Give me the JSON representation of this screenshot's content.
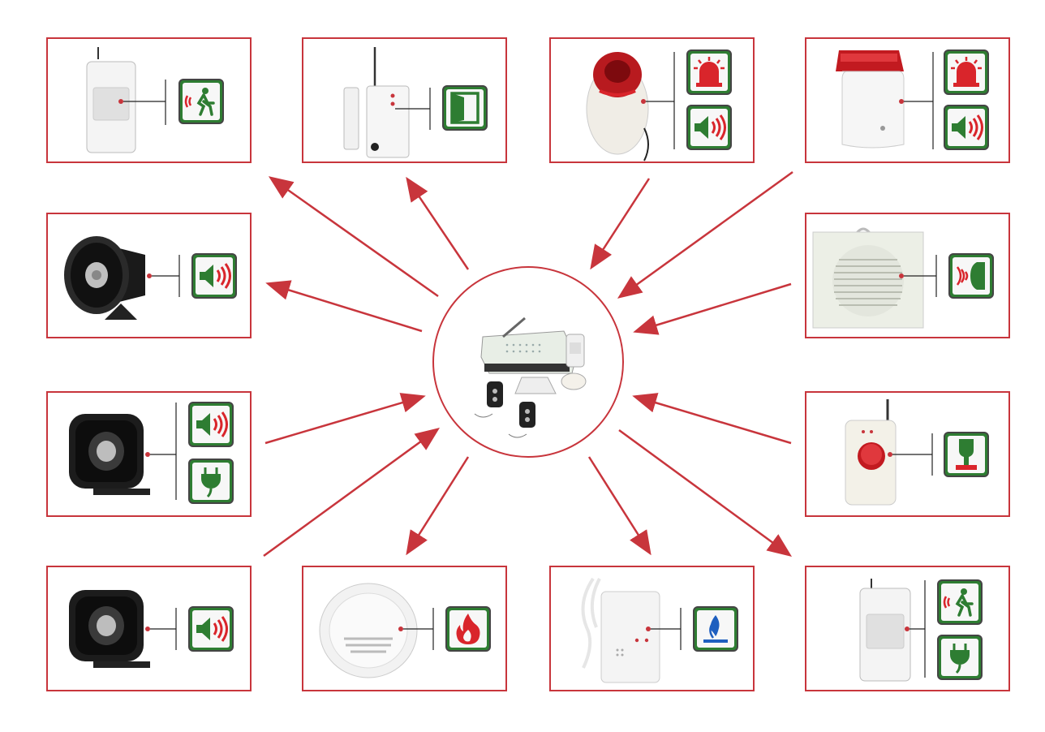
{
  "diagram": {
    "hub": {
      "name": "alarm-control-panel-kit"
    },
    "devices": [
      {
        "id": "pir-motion-detector",
        "icons": [
          "motion-icon"
        ]
      },
      {
        "id": "door-contact-sensor",
        "icons": [
          "door-icon"
        ]
      },
      {
        "id": "strobe-siren-round",
        "icons": [
          "strobe-light-icon",
          "speaker-icon"
        ]
      },
      {
        "id": "strobe-siren-box",
        "icons": [
          "strobe-light-icon",
          "speaker-icon"
        ]
      },
      {
        "id": "horn-siren",
        "icons": [
          "speaker-icon"
        ]
      },
      {
        "id": "indoor-speaker",
        "icons": [
          "wall-speaker-icon"
        ]
      },
      {
        "id": "wired-horn-siren",
        "icons": [
          "speaker-icon",
          "power-plug-icon"
        ]
      },
      {
        "id": "panic-button",
        "icons": [
          "panic-press-icon"
        ]
      },
      {
        "id": "horn-siren-small",
        "icons": [
          "speaker-icon"
        ]
      },
      {
        "id": "smoke-detector",
        "icons": [
          "fire-icon"
        ]
      },
      {
        "id": "gas-detector",
        "icons": [
          "gas-flame-icon"
        ]
      },
      {
        "id": "wired-pir-detector",
        "icons": [
          "motion-icon",
          "power-plug-icon"
        ]
      }
    ],
    "colors": {
      "frame": "#c8353c",
      "icon_bg": "#2e7d32",
      "icon_symbol_red": "#d9252b"
    }
  }
}
